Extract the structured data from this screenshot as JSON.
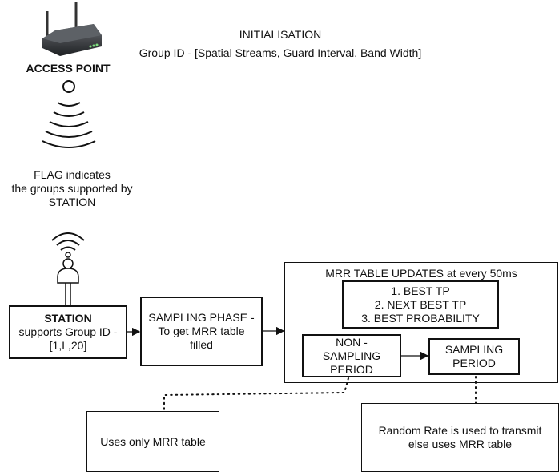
{
  "header": {
    "title": "INITIALISATION",
    "subtitle": "Group ID - [Spatial Streams, Guard Interval, Band Width]"
  },
  "access_point": {
    "label": "ACCESS POINT",
    "icon": "router-icon"
  },
  "flag_note": {
    "lines": [
      "FLAG indicates",
      "the groups supported by",
      "STATION"
    ]
  },
  "station": {
    "title": "STATION",
    "line2": "supports Group ID -",
    "line3": "[1,L,20]"
  },
  "sampling_phase": {
    "line1": "SAMPLING PHASE -",
    "line2": "To get MRR table",
    "line3": "filled"
  },
  "mrr_container": {
    "title": "MRR TABLE UPDATES at every 50ms",
    "list": [
      "1. BEST TP",
      "2. NEXT BEST TP",
      "3. BEST PROBABILITY"
    ]
  },
  "non_sampling": {
    "lines": [
      "NON -",
      "SAMPLING",
      "PERIOD"
    ]
  },
  "sampling_period": {
    "lines": [
      "SAMPLING",
      "PERIOD"
    ]
  },
  "note_left": {
    "text": "Uses only MRR table"
  },
  "note_right": {
    "line1": "Random Rate is used to transmit",
    "line2": "else uses MRR table"
  }
}
